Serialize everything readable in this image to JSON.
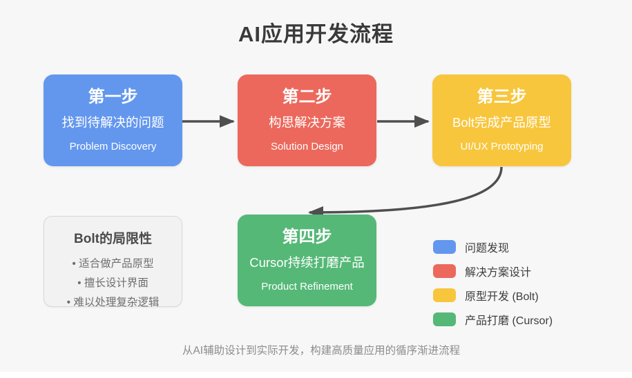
{
  "title": "AI应用开发流程",
  "colors": {
    "background": "#f7f7f8",
    "blue": "#6397ee",
    "red": "#ec685c",
    "yellow": "#f8c63d",
    "green": "#55b877",
    "arrow": "#4f4f4f"
  },
  "steps": [
    {
      "title": "第一步",
      "subtitle": "找到待解决的问题",
      "subtitle_en": "Problem Discovery",
      "color": "#6397ee"
    },
    {
      "title": "第二步",
      "subtitle": "构思解决方案",
      "subtitle_en": "Solution Design",
      "color": "#ec685c"
    },
    {
      "title": "第三步",
      "subtitle": "Bolt完成产品原型",
      "subtitle_en": "UI/UX Prototyping",
      "color": "#f8c63d"
    },
    {
      "title": "第四步",
      "subtitle": "Cursor持续打磨产品",
      "subtitle_en": "Product Refinement",
      "color": "#55b877"
    }
  ],
  "note_box": {
    "title": "Bolt的局限性",
    "items": [
      "• 适合做产品原型",
      "• 擅长设计界面",
      "• 难以处理复杂逻辑"
    ]
  },
  "legend": [
    {
      "label": "问题发现",
      "color": "#6397ee"
    },
    {
      "label": "解决方案设计",
      "color": "#ec685c"
    },
    {
      "label": "原型开发 (Bolt)",
      "color": "#f8c63d"
    },
    {
      "label": "产品打磨 (Cursor)",
      "color": "#55b877"
    }
  ],
  "caption": "从AI辅助设计到实际开发，构建高质量应用的循序渐进流程"
}
